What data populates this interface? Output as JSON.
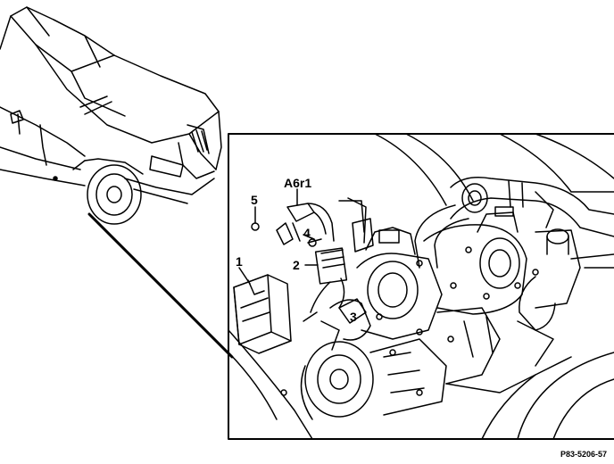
{
  "callouts": {
    "label_1": "1",
    "label_2": "2",
    "label_3": "3",
    "label_4": "4",
    "label_5": "5",
    "label_a6r1": "A6r1"
  },
  "figure_reference": "P83-5206-57"
}
